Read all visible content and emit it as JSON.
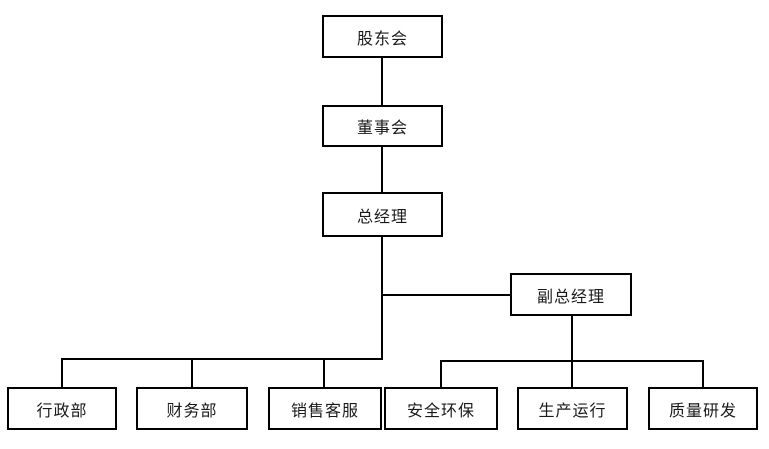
{
  "diagram": {
    "type": "org-chart",
    "colors": {
      "background": "#ffffff",
      "node_fill": "#ffffff",
      "node_border": "#000000",
      "line": "#000000",
      "text": "#1a1a1a"
    },
    "nodes": [
      {
        "id": "shareholders",
        "label": "股东会"
      },
      {
        "id": "board-of-directors",
        "label": "董事会"
      },
      {
        "id": "general-manager",
        "label": "总经理"
      },
      {
        "id": "deputy-general-manager",
        "label": "副总经理"
      },
      {
        "id": "admin-dept",
        "label": "行政部"
      },
      {
        "id": "finance-dept",
        "label": "财务部"
      },
      {
        "id": "sales-customer-service",
        "label": "销售客服"
      },
      {
        "id": "safety-environment",
        "label": "安全环保"
      },
      {
        "id": "production-operation",
        "label": "生产运行"
      },
      {
        "id": "quality-rd",
        "label": "质量研发"
      }
    ],
    "edges": [
      {
        "from": "shareholders",
        "to": "board-of-directors"
      },
      {
        "from": "board-of-directors",
        "to": "general-manager"
      },
      {
        "from": "general-manager",
        "to": "deputy-general-manager"
      },
      {
        "from": "general-manager",
        "to": "admin-dept"
      },
      {
        "from": "general-manager",
        "to": "finance-dept"
      },
      {
        "from": "general-manager",
        "to": "sales-customer-service"
      },
      {
        "from": "deputy-general-manager",
        "to": "safety-environment"
      },
      {
        "from": "deputy-general-manager",
        "to": "production-operation"
      },
      {
        "from": "deputy-general-manager",
        "to": "quality-rd"
      }
    ]
  }
}
